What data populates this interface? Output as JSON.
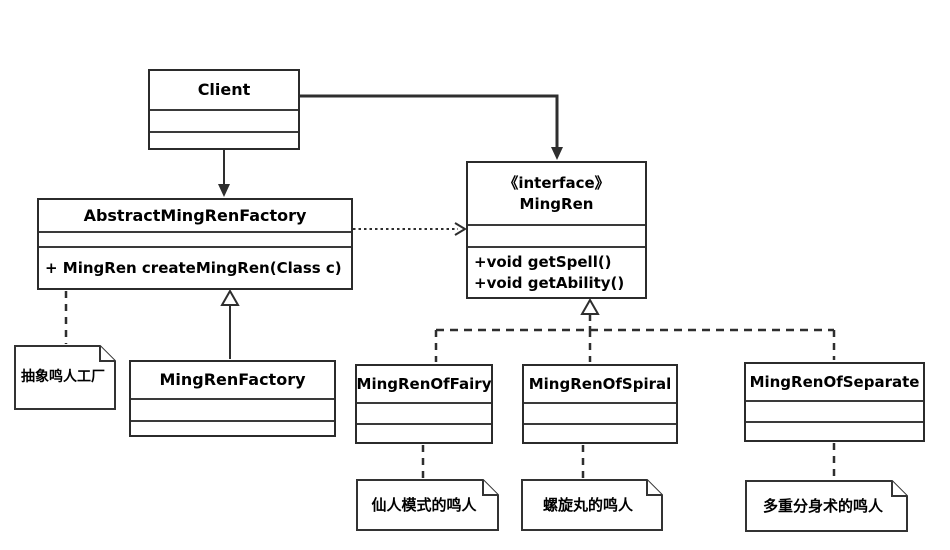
{
  "classes": {
    "client": {
      "name": "Client"
    },
    "abstract_factory": {
      "name": "AbstractMingRenFactory",
      "methods": [
        "+ MingRen createMingRen(Class c)"
      ]
    },
    "mingren_interface": {
      "stereotype": "《interface》",
      "name": "MingRen",
      "methods": [
        "+void getSpell()",
        "+void getAbility()"
      ]
    },
    "factory": {
      "name": "MingRenFactory"
    },
    "fairy": {
      "name": "MingRenOfFairy"
    },
    "spiral": {
      "name": "MingRenOfSpiral"
    },
    "separate": {
      "name": "MingRenOfSeparate"
    }
  },
  "notes": {
    "abstract_factory_note": {
      "text": "抽象鸣人工厂"
    },
    "fairy_note": {
      "text": "仙人模式的鸣人"
    },
    "spiral_note": {
      "text": "螺旋丸的鸣人"
    },
    "separate_note": {
      "text": "多重分身术的鸣人"
    }
  },
  "relationships": [
    {
      "type": "association",
      "from": "Client",
      "to": "AbstractMingRenFactory"
    },
    {
      "type": "association",
      "from": "Client",
      "to": "MingRen"
    },
    {
      "type": "dependency",
      "from": "AbstractMingRenFactory",
      "to": "MingRen"
    },
    {
      "type": "generalization",
      "from": "MingRenFactory",
      "to": "AbstractMingRenFactory"
    },
    {
      "type": "realization",
      "from": "MingRenOfFairy",
      "to": "MingRen"
    },
    {
      "type": "realization",
      "from": "MingRenOfSpiral",
      "to": "MingRen"
    },
    {
      "type": "realization",
      "from": "MingRenOfSeparate",
      "to": "MingRen"
    }
  ],
  "colors": {
    "line": "#2e2e2e",
    "separator": "#3a3a3a",
    "box_fill": "#ffffff",
    "text": "#000000",
    "background": "#ffffff"
  }
}
